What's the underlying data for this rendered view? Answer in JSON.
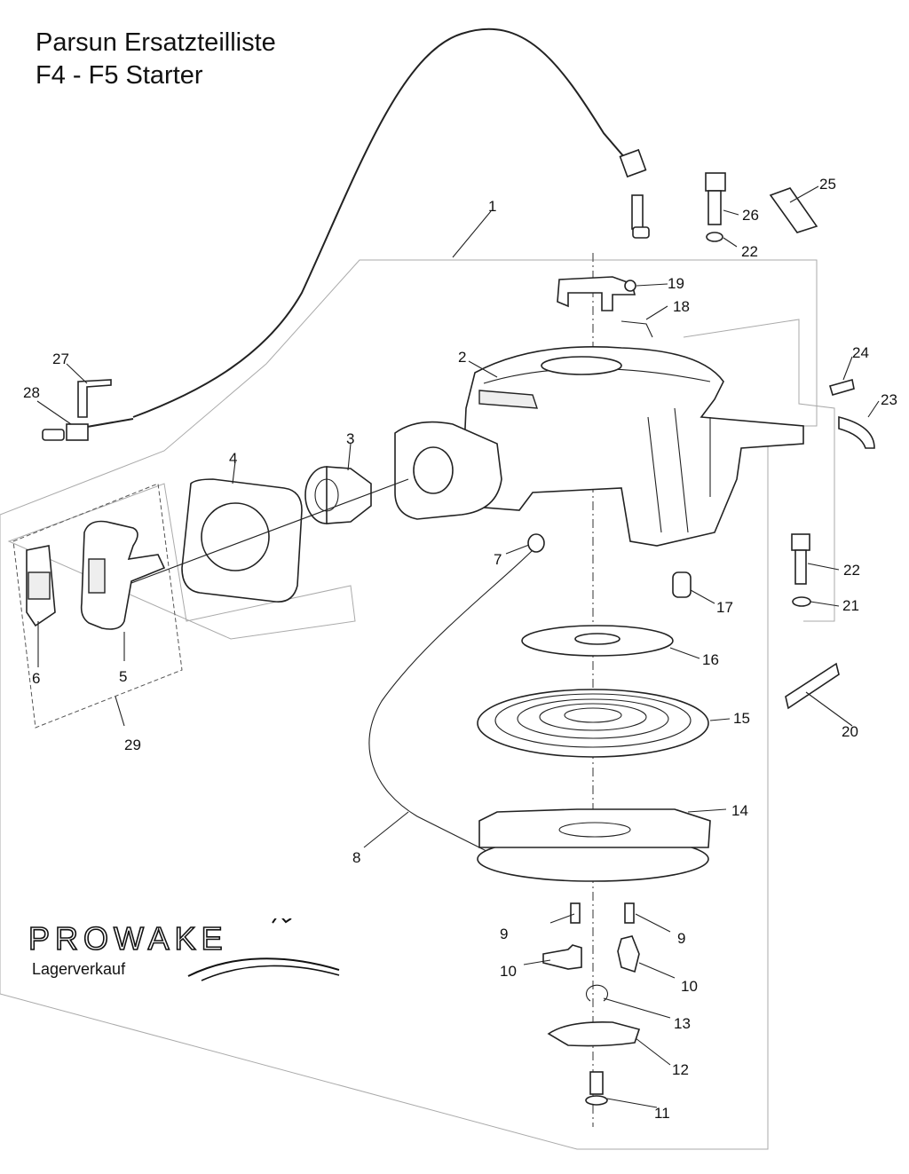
{
  "title": {
    "line1": "Parsun Ersatzteilliste",
    "line2": "F4 - F5 Starter"
  },
  "brand": {
    "name": "PROWAKE",
    "subtitle": "Lagerverkauf"
  },
  "callouts": [
    "1",
    "2",
    "3",
    "4",
    "5",
    "6",
    "7",
    "8",
    "9",
    "9",
    "10",
    "10",
    "11",
    "12",
    "13",
    "14",
    "15",
    "16",
    "17",
    "18",
    "19",
    "20",
    "21",
    "22",
    "22",
    "23",
    "24",
    "25",
    "26",
    "27",
    "28",
    "29"
  ]
}
